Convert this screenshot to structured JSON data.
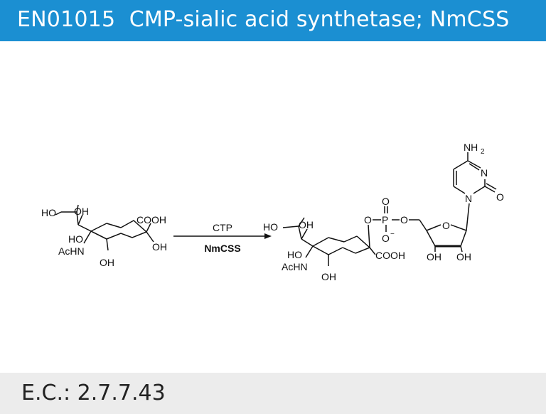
{
  "header": {
    "title": "EN01015  CMP-sialic acid synthetase; NmCSS",
    "background": "#1b8fd2"
  },
  "reaction": {
    "reagent": "CTP",
    "enzyme": "NmCSS",
    "substrate_labels": {
      "ho_side": "HO",
      "oh_side": "OH",
      "cooh": "COOH",
      "ho_ring": "HO",
      "oh_anomeric": "OH",
      "achn": "AcHN",
      "oh_bottom": "OH"
    },
    "product_labels": {
      "ho_side": "HO",
      "oh_side": "OH",
      "ho_ring": "HO",
      "achn": "AcHN",
      "oh_bottom": "OH",
      "cooh": "COOH",
      "o_link": "O",
      "p": "P",
      "o_top": "O",
      "o_minus": "O",
      "charge": "−",
      "o_ester": "O",
      "o_ribose": "O",
      "oh_2": "OH",
      "oh_3": "OH",
      "nh2": "NH",
      "nh2_sub": "2",
      "n3": "N",
      "n1": "N",
      "o_carbonyl": "O"
    }
  },
  "footer": {
    "ec": "E.C.: 2.7.7.43",
    "background": "#ececec"
  }
}
